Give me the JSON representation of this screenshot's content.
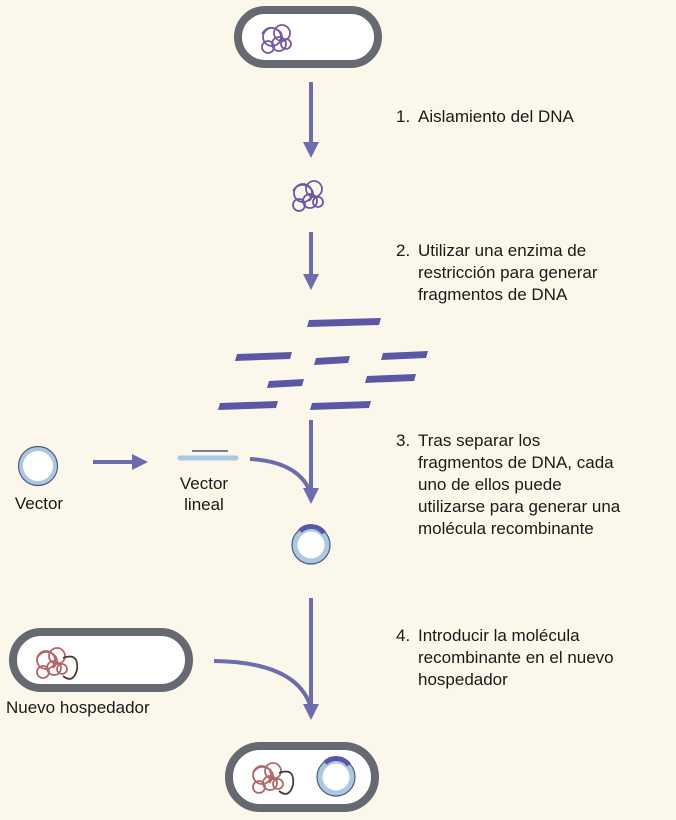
{
  "colors": {
    "background": "#fbf7ea",
    "arrow": "#6c6cae",
    "cell_wall": "#666a70",
    "cell_fill": "#ffffff",
    "dna_host": "#7a58a8",
    "dna_new_host": "#b5666a",
    "dna_fragment": "#5a58a6",
    "vector_ring": "#a8c8e6"
  },
  "steps": [
    {
      "number": "1.",
      "lines": [
        "Aislamiento del DNA"
      ]
    },
    {
      "number": "2.",
      "lines": [
        "Utilizar una enzima de",
        "restricción para generar",
        "fragmentos de DNA"
      ]
    },
    {
      "number": "3.",
      "lines": [
        "Tras separar los",
        "fragmentos de DNA, cada",
        "uno de ellos puede",
        "utilizarse para generar una",
        "molécula recombinante"
      ]
    },
    {
      "number": "4.",
      "lines": [
        "Introducir la molécula",
        "recombinante en el nuevo",
        "hospedador"
      ]
    }
  ],
  "labels": {
    "vector": "Vector",
    "vector_linear_1": "Vector",
    "vector_linear_2": "lineal",
    "new_host": "Nuevo hospedador"
  },
  "icons": [
    "host-cell-icon",
    "dna-tangle-icon",
    "dna-fragments-icon",
    "circular-vector-icon",
    "linear-vector-icon",
    "recombinant-plasmid-icon",
    "new-host-cell-icon",
    "recombinant-cell-icon",
    "down-arrow-icon",
    "right-arrow-icon",
    "curved-arrow-icon"
  ]
}
